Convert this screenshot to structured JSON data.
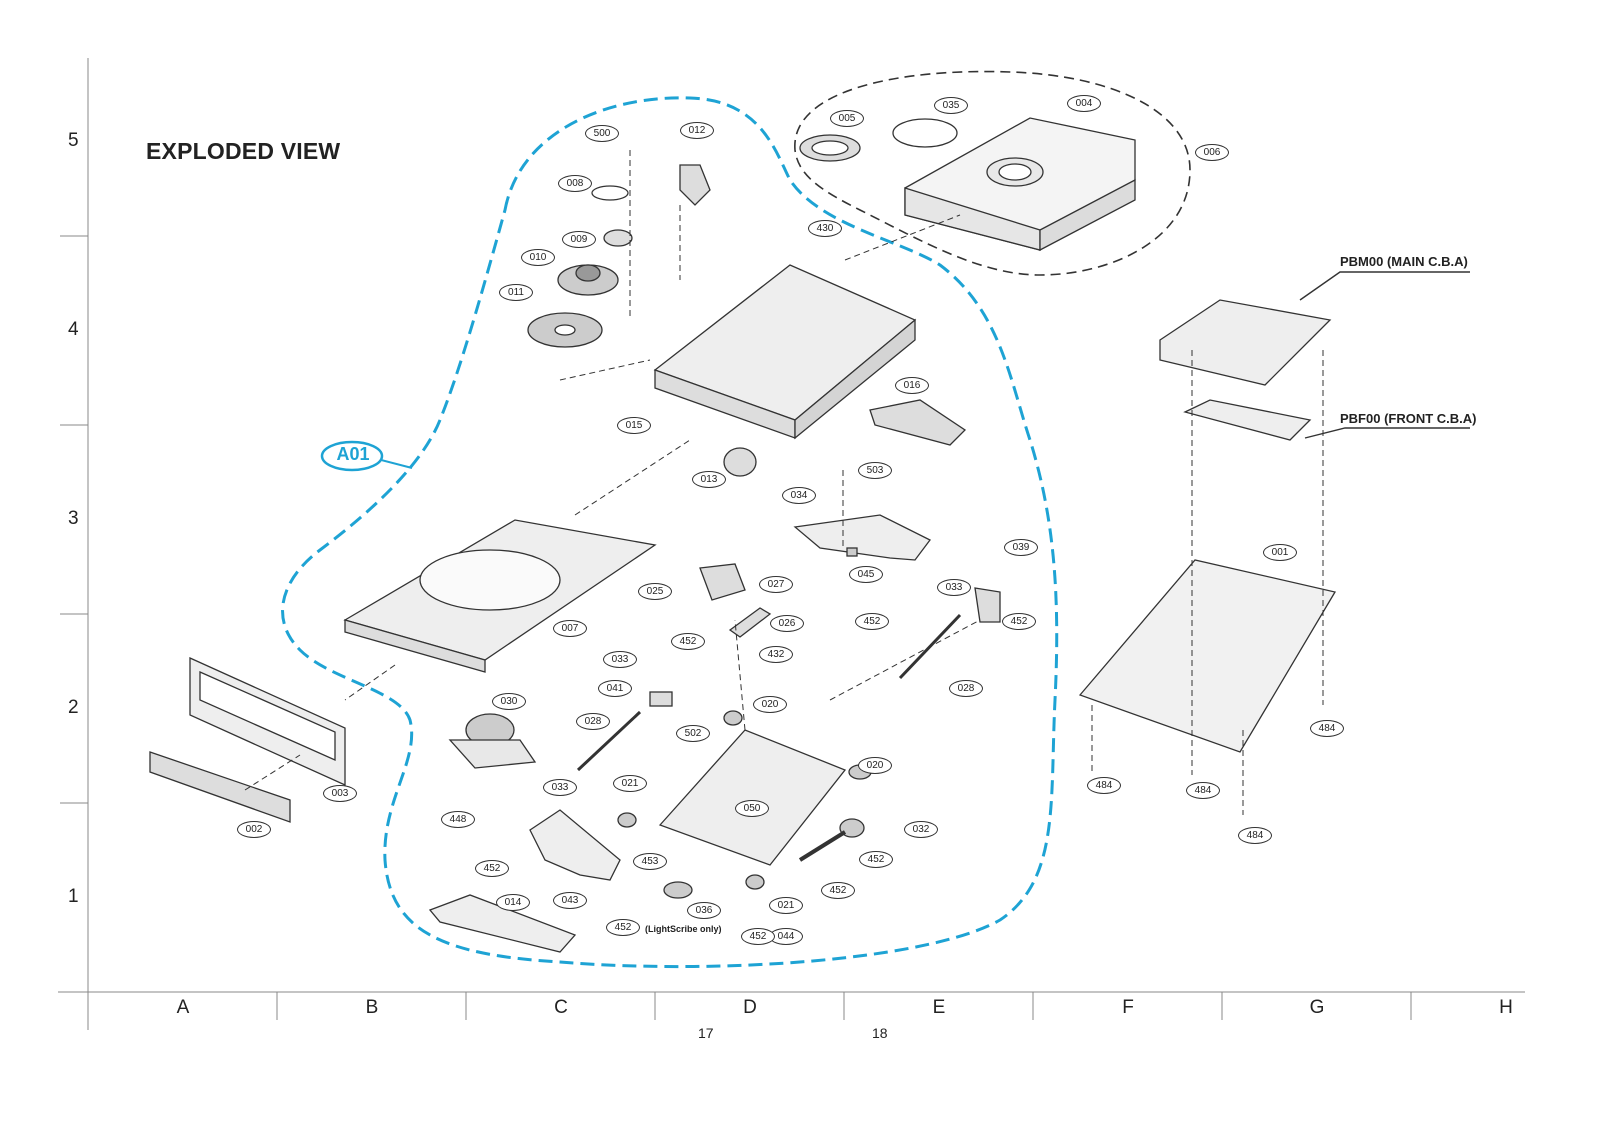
{
  "title": "EXPLODED VIEW",
  "row_labels": [
    "5",
    "4",
    "3",
    "2",
    "1"
  ],
  "column_labels": [
    "A",
    "B",
    "C",
    "D",
    "E",
    "F",
    "G",
    "H"
  ],
  "page_numbers": [
    "17",
    "18"
  ],
  "assembly_label": "A01",
  "boards": {
    "main": "PBM00 (MAIN C.B.A)",
    "front": "PBF00 (FRONT C.B.A)"
  },
  "lightscribe_note": "(LightScribe only)",
  "colors": {
    "assembly_outline": "#1ea3d4",
    "lines": "#333333"
  },
  "callouts": [
    "500",
    "012",
    "008",
    "009",
    "010",
    "011",
    "430",
    "015",
    "016",
    "013",
    "005",
    "035",
    "004",
    "006",
    "034",
    "503",
    "045",
    "452",
    "033",
    "039",
    "452",
    "001",
    "025",
    "027",
    "026",
    "432",
    "007",
    "033",
    "452",
    "041",
    "028",
    "030",
    "020",
    "028",
    "502",
    "020",
    "003",
    "002",
    "448",
    "033",
    "021",
    "050",
    "032",
    "452",
    "453",
    "036",
    "452",
    "044",
    "021",
    "452",
    "452",
    "043",
    "014",
    "452",
    "484",
    "484",
    "484",
    "484"
  ]
}
